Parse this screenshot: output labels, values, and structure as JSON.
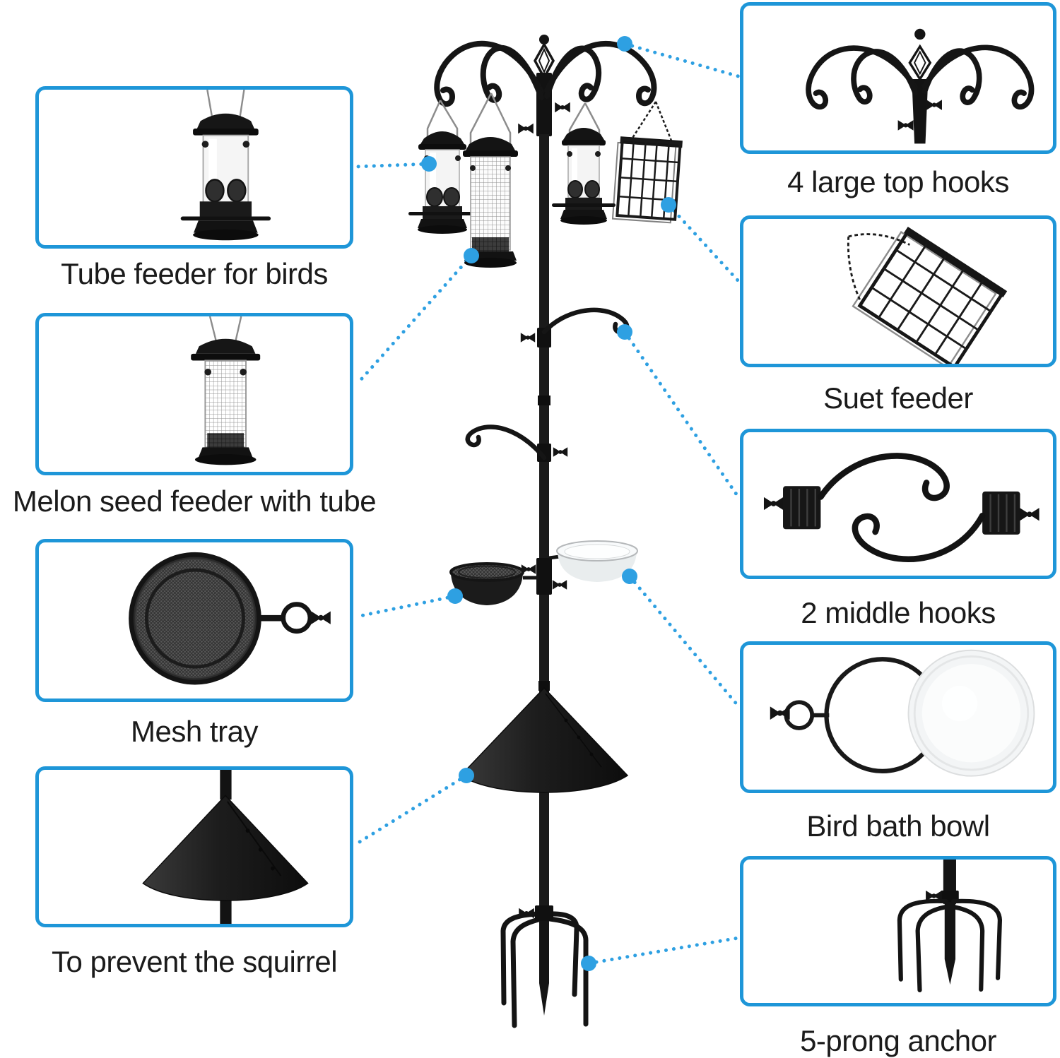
{
  "figure": {
    "background_color": "#ffffff",
    "accent_border_color": "#1E96D8",
    "connector_dot_color": "#2EA0E2",
    "text_color": "#1b1b1b",
    "product_color": "#1a1a1a"
  },
  "callouts": {
    "left": [
      {
        "id": "tube-feeder",
        "label": "Tube feeder for birds"
      },
      {
        "id": "melon-seed-feeder",
        "label": "Melon seed feeder with tube"
      },
      {
        "id": "mesh-tray",
        "label": "Mesh tray"
      },
      {
        "id": "squirrel-baffle",
        "label": "To prevent the squirrel"
      }
    ],
    "right": [
      {
        "id": "top-hooks",
        "label": "4 large top hooks"
      },
      {
        "id": "suet-feeder",
        "label": "Suet feeder"
      },
      {
        "id": "middle-hooks",
        "label": "2 middle hooks"
      },
      {
        "id": "bird-bath-bowl",
        "label": "Bird bath bowl"
      },
      {
        "id": "five-prong-anchor",
        "label": "5-prong anchor"
      }
    ]
  }
}
